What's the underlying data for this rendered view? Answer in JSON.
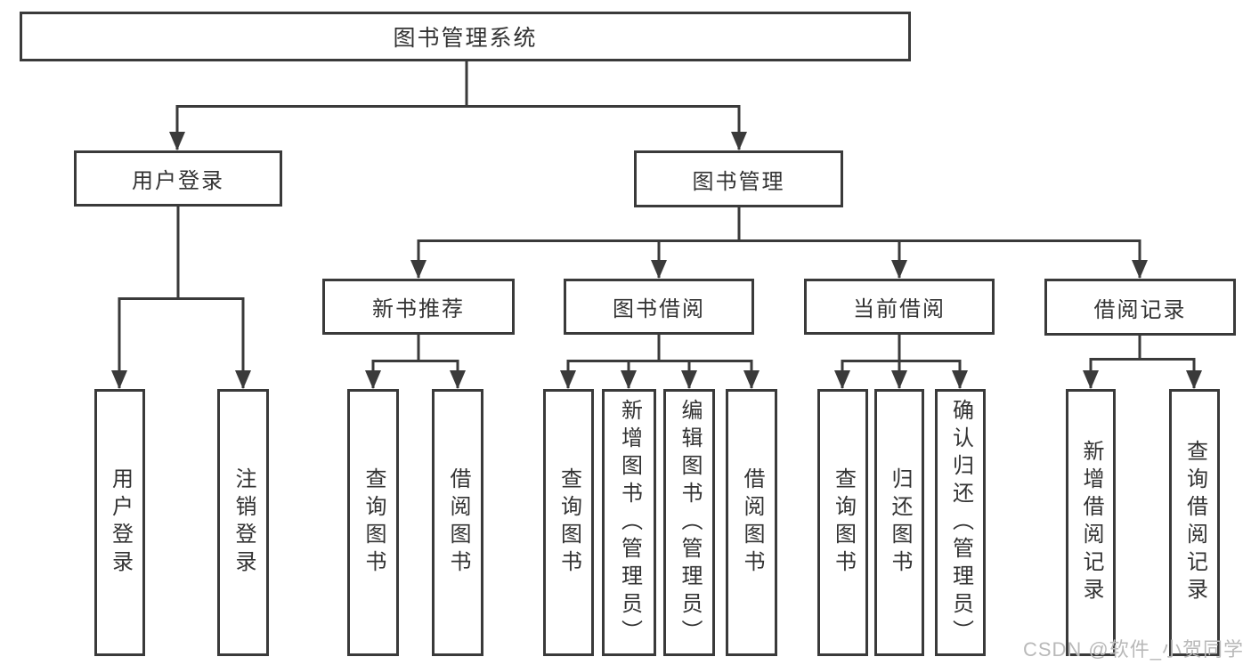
{
  "diagram": {
    "type": "hierarchy-tree",
    "title": "图书管理系统",
    "watermark": "CSDN @软件_小贺同学",
    "colors": {
      "line": "#3a3a3a",
      "text": "#333333",
      "watermark": "#b9b9b9",
      "background": "#ffffff"
    }
  },
  "nodes": {
    "root": "图书管理系统",
    "user_login": "用户登录",
    "book_mgmt": "图书管理",
    "new_book_rec": "新书推荐",
    "book_borrow": "图书借阅",
    "current_borrow": "当前借阅",
    "borrow_records": "借阅记录",
    "ul_login": "用户登录",
    "ul_logout": "注销登录",
    "nb_query": "查询图书",
    "nb_borrow": "借阅图书",
    "bb_query": "查询图书",
    "bb_add": "新增图书（管理员）",
    "bb_edit": "编辑图书（管理员）",
    "bb_borrow": "借阅图书",
    "cb_query": "查询图书",
    "cb_return": "归还图书",
    "cb_confirm": "确认归还（管理员）",
    "br_add": "新增借阅记录",
    "br_query": "查询借阅记录"
  },
  "hierarchy": {
    "图书管理系统": {
      "用户登录": [
        "用户登录",
        "注销登录"
      ],
      "图书管理": {
        "新书推荐": [
          "查询图书",
          "借阅图书"
        ],
        "图书借阅": [
          "查询图书",
          "新增图书（管理员）",
          "编辑图书（管理员）",
          "借阅图书"
        ],
        "当前借阅": [
          "查询图书",
          "归还图书",
          "确认归还（管理员）"
        ],
        "借阅记录": [
          "新增借阅记录",
          "查询借阅记录"
        ]
      }
    }
  }
}
